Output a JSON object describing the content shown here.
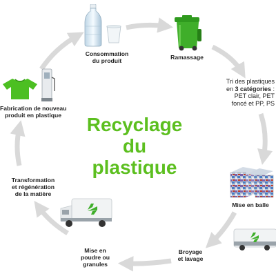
{
  "title": {
    "line1": "Recyclage",
    "line2": "du",
    "line3": "plastique"
  },
  "steps": {
    "consommation": {
      "line1": "Consommation",
      "line2": "du produit"
    },
    "ramassage": {
      "line1": "Ramassage"
    },
    "tri": {
      "line1": "Tri des plastiques",
      "line2_prefix": "en ",
      "line2_bold": "3 catégories",
      "line2_suffix": " :",
      "line3": "PET clair, PET",
      "line4": "foncé et PP, PS"
    },
    "mise_en_balle": {
      "line1": "Mise en balle"
    },
    "broyage": {
      "line1": "Broyage",
      "line2": "et lavage"
    },
    "poudre": {
      "line1": "Mise en",
      "line2": "poudre ou",
      "line3": "granules"
    },
    "transformation": {
      "line1": "Transformation",
      "line2": "et régénération",
      "line3": "de la matière"
    },
    "fabrication": {
      "line1": "Fabrication de nouveau",
      "line2": "produit en plastique"
    }
  },
  "colors": {
    "accent_green": "#5cbf1f",
    "bin_green": "#3fae2a",
    "arrow_gray": "#d9d9d9",
    "text": "#222222"
  },
  "icons": [
    "bottle-icon",
    "cup-icon",
    "recycle-bin-icon",
    "bale-icon",
    "recycling-truck-icon",
    "sweater-icon",
    "fuel-pump-icon"
  ]
}
